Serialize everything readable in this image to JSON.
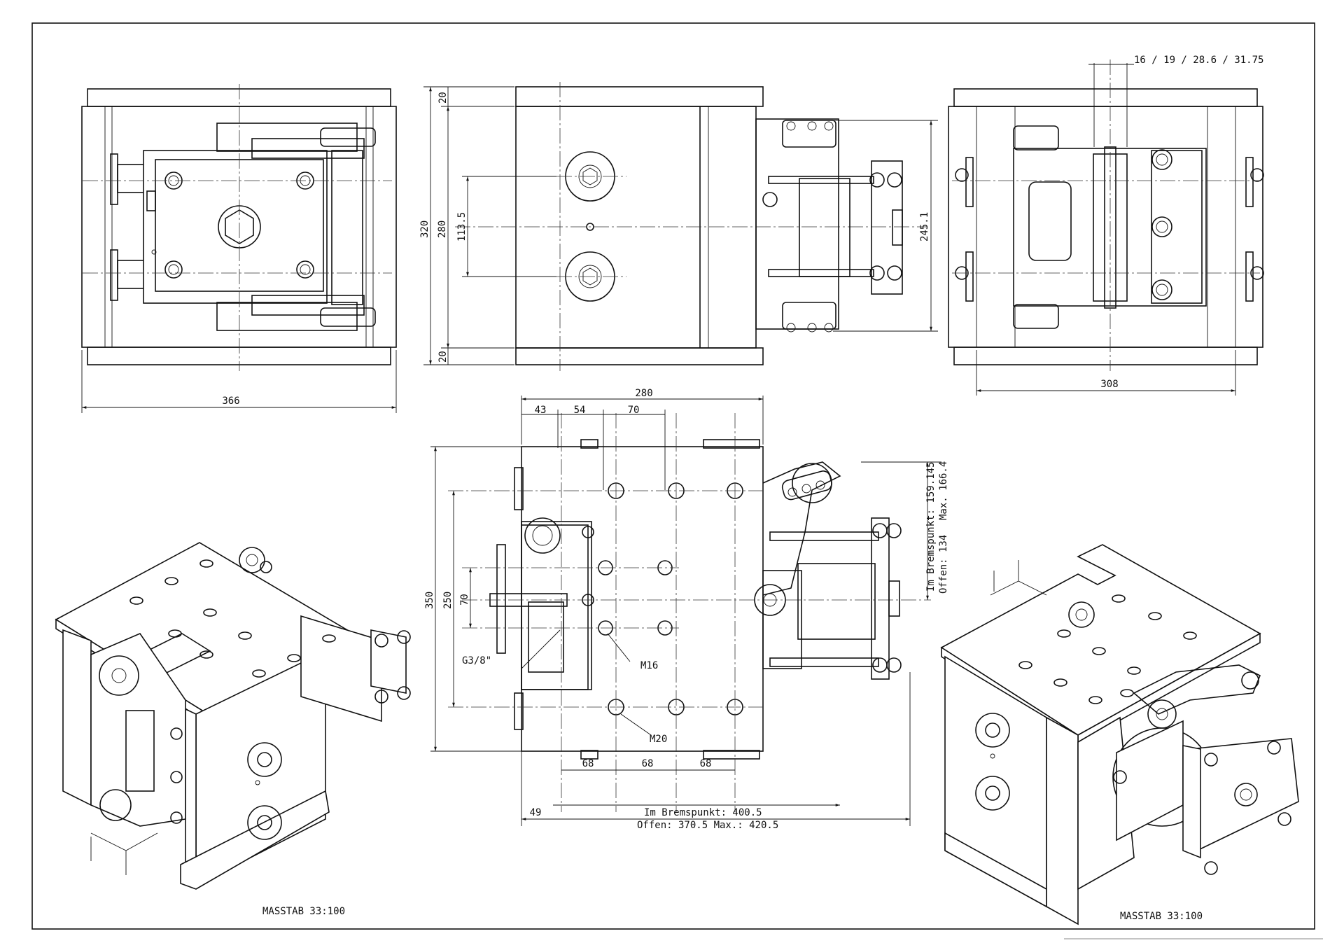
{
  "drawing": {
    "views": {
      "top": {
        "name": "top-view"
      },
      "front": {
        "name": "front-view"
      },
      "side": {
        "name": "side-view"
      },
      "plate": {
        "name": "plate-view"
      }
    },
    "dimensions": {
      "top_width": "366",
      "front_height_total": "320",
      "front_height_inner": "280",
      "front_bolt_spacing": "113.5",
      "front_top_margin": "20",
      "front_bottom_margin": "20",
      "front_right_height": "245.1",
      "side_width": "308",
      "side_hole_sizes": "16 / 19 / 28.6 / 31.75",
      "plate_width": "280",
      "plate_col_1": "43",
      "plate_col_2": "54",
      "plate_col_3": "70",
      "plate_height_total": "350",
      "plate_height_inner": "250",
      "plate_t_slot": "70",
      "plate_bottom_1": "68",
      "plate_bottom_2": "68",
      "plate_bottom_3": "68",
      "plate_left_offset": "49",
      "brake_point": "Im Bremspunkt: 400.5",
      "open_max": "Offen: 370.5    Max.: 420.5",
      "brake_point_vertical": "Im Bremspunkt: 159.145",
      "open_vertical": "Offen: 134",
      "max_vertical": "Max. 166.4"
    },
    "callouts": {
      "thread_g": "G3/8\"",
      "thread_m16": "M16",
      "thread_m20": "M20"
    },
    "scale_labels": {
      "left": "MASSTAB 33:100",
      "right": "MASSTAB 33:100"
    }
  }
}
